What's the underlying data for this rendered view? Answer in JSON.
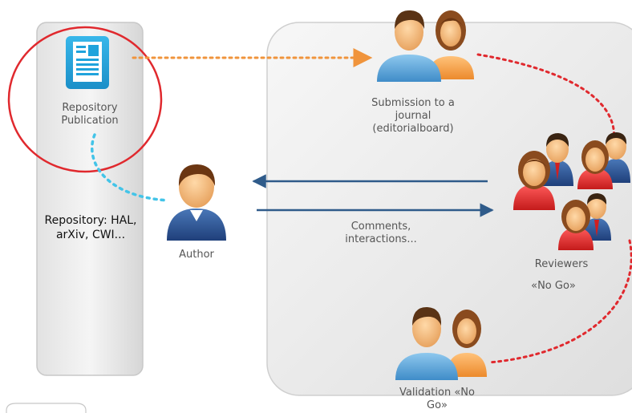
{
  "repository_box": {
    "icon_label_lines": [
      "Repository",
      "Publication"
    ],
    "examples_lines": [
      "Repository: HAL,",
      "arXiv, CWI..."
    ]
  },
  "author": {
    "label": "Author"
  },
  "journal": {
    "label_lines": [
      "Submission to a",
      "journal",
      "(editorialboard)"
    ]
  },
  "reviewers": {
    "label": "Reviewers",
    "status": "«No Go»"
  },
  "interaction": {
    "label_lines": [
      "Comments,",
      "interactions..."
    ]
  },
  "validation": {
    "label_lines": [
      "Validation «No",
      "Go»"
    ]
  },
  "colors": {
    "highlight_circle": "#e0292e",
    "reviewer_path": "#e0292e",
    "submission_path": "#f0943c",
    "repository_link": "#43c4e8",
    "arrows": "#2f5b8a",
    "doc_icon": "#1fa3dc"
  },
  "icons": {
    "document": "document-icon",
    "author": "author-icon",
    "editorial_board": "editorial-board-icon",
    "reviewers": "reviewers-group-icon",
    "validation": "validation-group-icon"
  }
}
